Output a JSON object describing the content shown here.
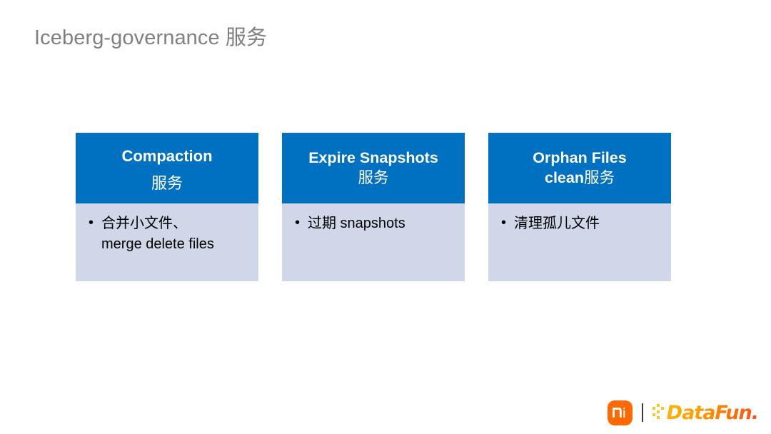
{
  "slide": {
    "title": "Iceberg-governance 服务",
    "background_color": "#FFFFFF",
    "title_color": "#808080",
    "accent_color": "#0070C0",
    "body_panel_color": "#CFD7E8"
  },
  "cards": [
    {
      "header_line_1": "Compaction",
      "header_line_2": "服务",
      "bullets": [
        {
          "line_1": "合并小文件、",
          "line_2": "merge delete files"
        }
      ]
    },
    {
      "header_line_1": "Expire Snapshots",
      "header_line_2": "服务",
      "bullets": [
        {
          "line_1": "过期  snapshots",
          "line_2": ""
        }
      ]
    },
    {
      "header_line_1": "Orphan Files",
      "header_line_2_en": "clean",
      "header_line_2_cn": "服务",
      "bullets": [
        {
          "line_1": "清理孤儿文件",
          "line_2": ""
        }
      ]
    }
  ],
  "footer": {
    "mi_logo_name": "xiaomi-mi-logo",
    "mi_logo_color": "#FF6900",
    "divider_name": "logo-divider",
    "datafun_text": "DataFun.",
    "datafun_dots_color": "#FFC425",
    "datafun_gradient_start": "#FFB300",
    "datafun_gradient_end": "#F4511E"
  }
}
